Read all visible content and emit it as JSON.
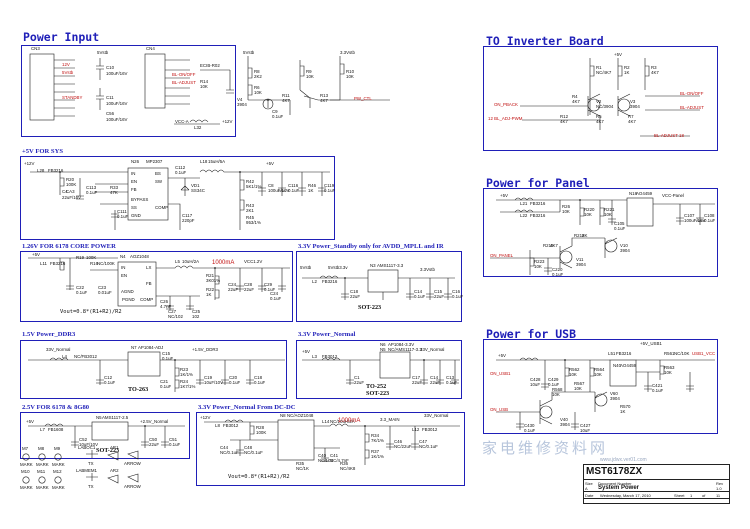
{
  "sections": {
    "power_input": {
      "title": "Power Input",
      "labels": [
        "5Vstb",
        "CN3",
        "CN4",
        "C10",
        "100uF/16V",
        "C11",
        "100uF/16V",
        "C56",
        "100uF/16V",
        "STANDBY",
        "BL-ON/OFF",
        "BL-ADJUST",
        "12V",
        "5Vstb",
        "R14",
        "10K",
        "VCC-A",
        "L32",
        "+12V",
        "5Vstb",
        "R8",
        "2K2",
        "R6",
        "10K",
        "V4",
        "3904",
        "C9",
        "0.1uF",
        "R9",
        "10K",
        "R10",
        "10K",
        "3.3Vstb",
        "PW_CTL",
        "ECIB-R02",
        "R11",
        "4K7",
        "R13",
        "4K7"
      ]
    },
    "inverter": {
      "title": "TO Inverter Board",
      "labels": [
        "+5V",
        "R1",
        "NC/4K7",
        "R2",
        "1K",
        "R3",
        "4K7",
        "R4",
        "4K7",
        "V2",
        "NC/3904",
        "V3",
        "3904",
        "R5",
        "4K7",
        "R7",
        "4K7",
        "R12",
        "4K7",
        "BL-ON/OFF",
        "BL-ADJUST",
        "ON_PBACK",
        "12 BL_ADJ-PWM",
        "BL-ADJUST 18"
      ]
    },
    "plus5v": {
      "title": "+5V FOR SYS",
      "labels": [
        "+12V",
        "L28",
        "FB3216",
        "N26",
        "MP2307",
        "R20",
        "100K",
        "C112",
        "0.1uF",
        "L18",
        "15uH/5A",
        "VD1",
        "SS34C",
        "R33",
        "47K",
        "C113",
        "0.1uF",
        "C4",
        "CA3",
        "22uF/16V",
        "R42",
        "5K1/1%",
        "R43",
        "2K1",
        "C8",
        "100uF/10V",
        "C116",
        "0.1uF",
        "R45",
        "953/1%",
        "R46",
        "1K",
        "C111",
        "0.1uF",
        "C117",
        "220pF",
        "C119",
        "0.1uF",
        "IN",
        "EN",
        "FB",
        "BS",
        "SW",
        "GND",
        "SS",
        "COMP",
        "+5V",
        "BYPASS"
      ]
    },
    "core126": {
      "title": "1.26V FOR 6178 CORE POWER",
      "labels": [
        "+5V",
        "R19",
        "100K",
        "L11",
        "FB3216",
        "R16",
        "NC/100K",
        "N4",
        "AOZ1048",
        "L5",
        "10uH/2A",
        "VCC1.2V",
        "R21",
        "3K01%",
        "R22",
        "1K",
        "C28",
        "22uF",
        "C29",
        "0.1uF",
        "C24",
        "22uF",
        "C24",
        "0.1uF",
        "C26",
        "4.7nF",
        "C27",
        "NC/102",
        "C22",
        "0.1uF",
        "C23",
        "0.01uF",
        "C25",
        "102",
        "PGND",
        "COMP",
        "LX",
        "IN",
        "EN",
        "FB",
        "AGND",
        "1000mA"
      ],
      "current": "1000mA",
      "formula": "Vout=0.8*(R1+R2)/R2"
    },
    "standby33": {
      "title": "3.3V Power_Standby only for AVDD_MPLL and IR",
      "labels": [
        "5Vstb",
        "5Vstb3.3v",
        "L2",
        "FB3216",
        "N3",
        "AMS1117-3.3",
        "3.3Vstb",
        "C18",
        "22uF",
        "C14",
        "0.1uF",
        "C15",
        "22uF",
        "C16",
        "0.1uF"
      ],
      "package": "SOT-223"
    },
    "ddr15": {
      "title": "1.5V Power_DDR3",
      "labels": [
        "33V_Normal",
        "L4",
        "NC/FB3012",
        "N7",
        "AP1084-ADJ",
        "+1.5V_DDR3",
        "C12",
        "0.1uF",
        "C15",
        "0.1uF",
        "R23",
        "1K/1%",
        "R24",
        "1K7/1%",
        "C21",
        "0.1uF",
        "C19",
        "10uF/10V",
        "C20",
        "0.1uF",
        "C18",
        "0.1uF"
      ],
      "package": "TO-263"
    },
    "normal33": {
      "title": "3.3V Power_Normal",
      "labels": [
        "+5V",
        "L3",
        "FB3012",
        "N6",
        "AP1084-3.3V",
        "N5",
        "NC/AMS1117-3.3",
        "33V_Normal",
        "C1",
        "22uF",
        "C17",
        "22uF",
        "C14",
        "22uF",
        "C13",
        "0.1uF"
      ],
      "package_a": "TO-252",
      "package_b": "SOT-223"
    },
    "v25": {
      "title": "2.5V FOR 6178 & 8G80",
      "labels": [
        "+5V",
        "L7",
        "FB1608",
        "N5",
        "AMS1117-2.5",
        "+2.5V_Normal",
        "C52",
        "10uF/10V",
        "C50",
        "22uF",
        "C51",
        "0.1uF"
      ],
      "package": "SOT-223"
    },
    "dcdc33": {
      "title": "3.3V Power_Normal From DC-DC",
      "labels": [
        "+12V",
        "L8",
        "FB3012",
        "R28",
        "100K",
        "N8",
        "NC/AOZ1048",
        "L14",
        "NC/10uH/2A",
        "3.3_MAIN",
        "33V_Normal",
        "L12",
        "FB3012",
        "C48",
        "NC/0.1uF",
        "R34",
        "7K/1%",
        "R37",
        "1K/1%",
        "C46",
        "NC/22uF",
        "C47",
        "NC/0.1uF",
        "C40",
        "NC/102",
        "C41",
        "NC/4.7nF",
        "R35",
        "NC/1K",
        "R36",
        "NC/4K8",
        "C44",
        "NC/0.1uF"
      ],
      "current": "1000mA",
      "formula": "Vout=0.8*(R1+R2)/R2"
    },
    "panel": {
      "title": "Power for Panel",
      "labels": [
        "+5V",
        "L21",
        "FB3216",
        "L22",
        "FB3216",
        "R26",
        "10K",
        "R220",
        "10K",
        "R221",
        "10K",
        "C105",
        "0.1uF",
        "N18",
        "AO4459",
        "VCC-Panel",
        "C107",
        "100uF/16V",
        "C108",
        "0.1uF",
        "R218",
        "2K",
        "R219",
        "4K7",
        "ON_PANEL",
        "R223",
        "10K",
        "C220",
        "0.1uF",
        "V11",
        "3904",
        "V10",
        "3904"
      ]
    },
    "usb": {
      "title": "Power for USB",
      "labels": [
        "+5V_USB1",
        "+5V",
        "L51",
        "FB3216",
        "R561",
        "NC/10K",
        "R563",
        "10K",
        "N40",
        "AO4459",
        "USB1_VCC",
        "C421",
        "0.1uF",
        "R564",
        "10K",
        "R562",
        "10K",
        "V60",
        "3904",
        "ON_USB1",
        "R568",
        "10K",
        "R567",
        "10K",
        "C429",
        "0.1uF",
        "C428",
        "10uF",
        "V40",
        "3904",
        "ON_USB",
        "C430",
        "0.1uF",
        "C427",
        "10uF",
        "R570",
        "1K"
      ]
    },
    "marks": {
      "labels": [
        "M7",
        "M8",
        "M9",
        "LABOC1",
        "AR1",
        "MARK",
        "MARK",
        "MARK",
        "TX",
        "ARROW",
        "M10",
        "M11",
        "M12",
        "LABMEM1",
        "AR2",
        "MARK",
        "MARK",
        "MARK",
        "TX",
        "ARROW"
      ]
    }
  },
  "title_block": {
    "title": "MST6178ZX",
    "doc_number_label": "Document Number",
    "doc_name": "System Power",
    "date_label": "Date",
    "date": "Wednesday, March 17, 2010",
    "sheet_label": "Sheet",
    "sheet": "1",
    "of_label": "of",
    "of": "11",
    "rev_label": "Rev",
    "rev": "1.0",
    "size_label": "Size",
    "size": "A"
  },
  "watermark": {
    "text": "家电维修资料网",
    "url": "www.jdwx.ver01.com"
  },
  "colors": {
    "frame": "#1f1fb8",
    "wire": "#1a1a1a",
    "net": "#c01010"
  }
}
